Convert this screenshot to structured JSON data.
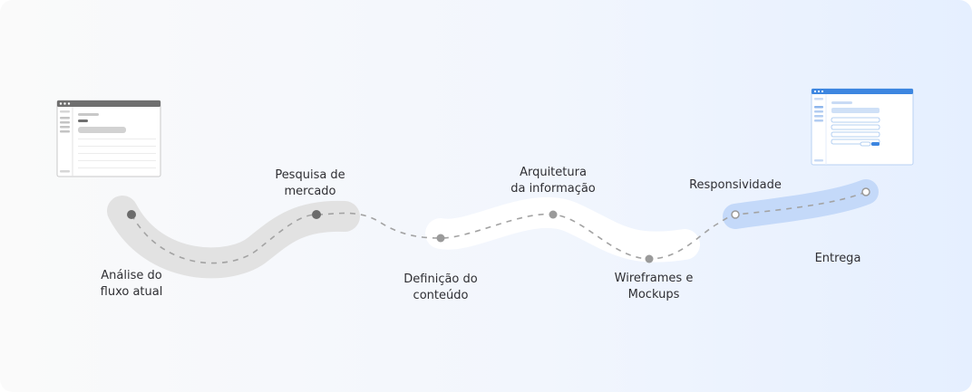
{
  "colors": {
    "gray_band": "#e2e2e2",
    "white_band": "#ffffff",
    "blue_band": "#c4d9f9",
    "dash": "#a3a3a3",
    "dot_dark": "#6b6b6b",
    "dot_mid": "#9a9a9a",
    "dot_ring": "#9a9a9a",
    "accent": "#3d86e0"
  },
  "stages": [
    {
      "id": "analise",
      "label": "Análise do\nfluxo atual"
    },
    {
      "id": "pesquisa",
      "label": "Pesquisa de\nmercado"
    },
    {
      "id": "definicao",
      "label": "Definição do\nconteúdo"
    },
    {
      "id": "arquitetura",
      "label": "Arquitetura\nda informação"
    },
    {
      "id": "wireframes",
      "label": "Wireframes e\nMockups"
    },
    {
      "id": "responsividade",
      "label": "Responsividade"
    },
    {
      "id": "entrega",
      "label": "Entrega"
    }
  ],
  "icons": {
    "before": "legacy-window-icon",
    "after": "modern-form-window-icon"
  }
}
